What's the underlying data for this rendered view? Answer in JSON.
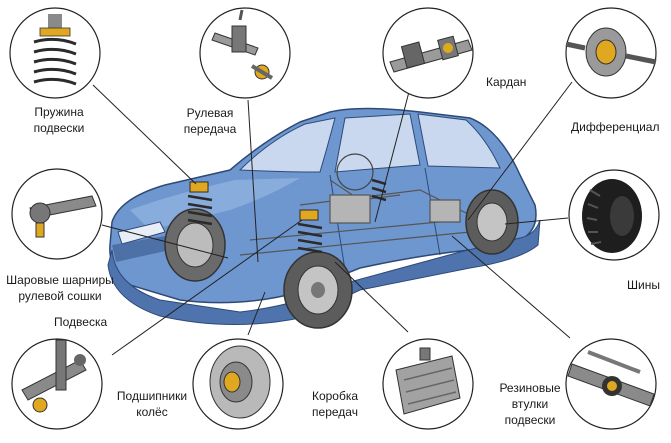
{
  "labels": {
    "spring": [
      "Пружина",
      "подвески"
    ],
    "steering_gear": [
      "Рулевая",
      "передача"
    ],
    "driveshaft": [
      "Кардан"
    ],
    "differential": [
      "Дифференциал"
    ],
    "ball_joints": [
      "Шаровые шарниры",
      "рулевой сошки"
    ],
    "tires": [
      "Шины"
    ],
    "suspension": [
      "Подвеска"
    ],
    "wheel_bearings": [
      "Подшипники",
      "колёс"
    ],
    "gearbox": [
      "Коробка",
      "передач"
    ],
    "rubber_bushings": [
      "Резиновые",
      "втулки",
      "подвески"
    ]
  },
  "colors": {
    "car_body": "#6f97cf",
    "car_dark": "#3e5f94",
    "window": "#c9d8ee",
    "metal": "#9a9a9a",
    "spring": "#2b2b2b",
    "accent": "#e0a820",
    "line": "#222222"
  }
}
